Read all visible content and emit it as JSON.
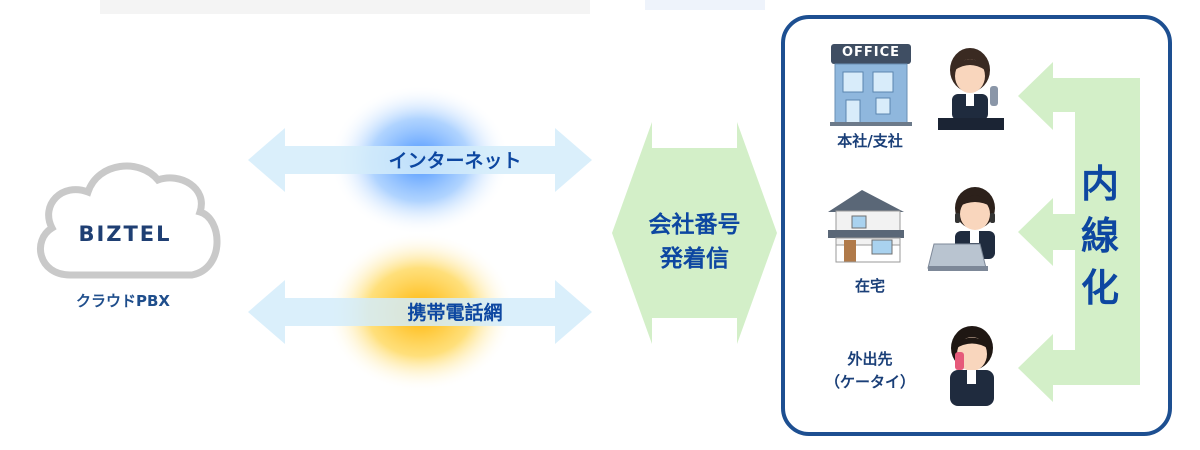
{
  "cloud": {
    "logo_text": "BIZTEL",
    "caption": "クラウドPBX"
  },
  "channels": [
    {
      "label": "インターネット",
      "glow_color": "#3d8bff"
    },
    {
      "label": "携帯電話網",
      "glow_color": "#ffb300"
    }
  ],
  "center": {
    "label": "会社番号\n発着信"
  },
  "locations": [
    {
      "label": "本社/支社",
      "sign": "OFFICE"
    },
    {
      "label": "在宅"
    },
    {
      "label": "外出先\n（ケータイ）"
    }
  ],
  "extension": {
    "label": "内\n線\n化"
  },
  "colors": {
    "arrow_blue": "#d4ecfa",
    "arrow_green": "#d3efc8",
    "border": "#1d4f91",
    "text": "#0d47a1"
  }
}
